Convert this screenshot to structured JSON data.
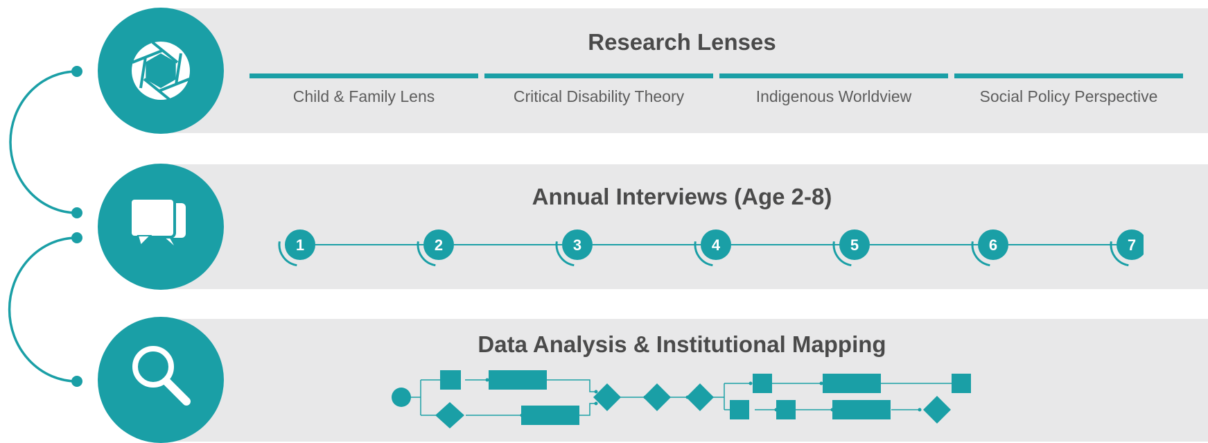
{
  "lenses": {
    "title": "Research Lenses",
    "items": [
      "Child & Family Lens",
      "Critical Disability Theory",
      "Indigenous Worldview",
      "Social Policy Perspective"
    ]
  },
  "interviews": {
    "title": "Annual Interviews (Age 2-8)",
    "steps": [
      "1",
      "2",
      "3",
      "4",
      "5",
      "6",
      "7"
    ]
  },
  "analysis": {
    "title": "Data Analysis & Institutional Mapping"
  },
  "icons": [
    "aperture-icon",
    "chat-bubbles-icon",
    "magnifier-icon"
  ],
  "colors": {
    "accent": "#1a9fa6",
    "band": "#e8e8e9",
    "text": "#4a4a4a"
  }
}
